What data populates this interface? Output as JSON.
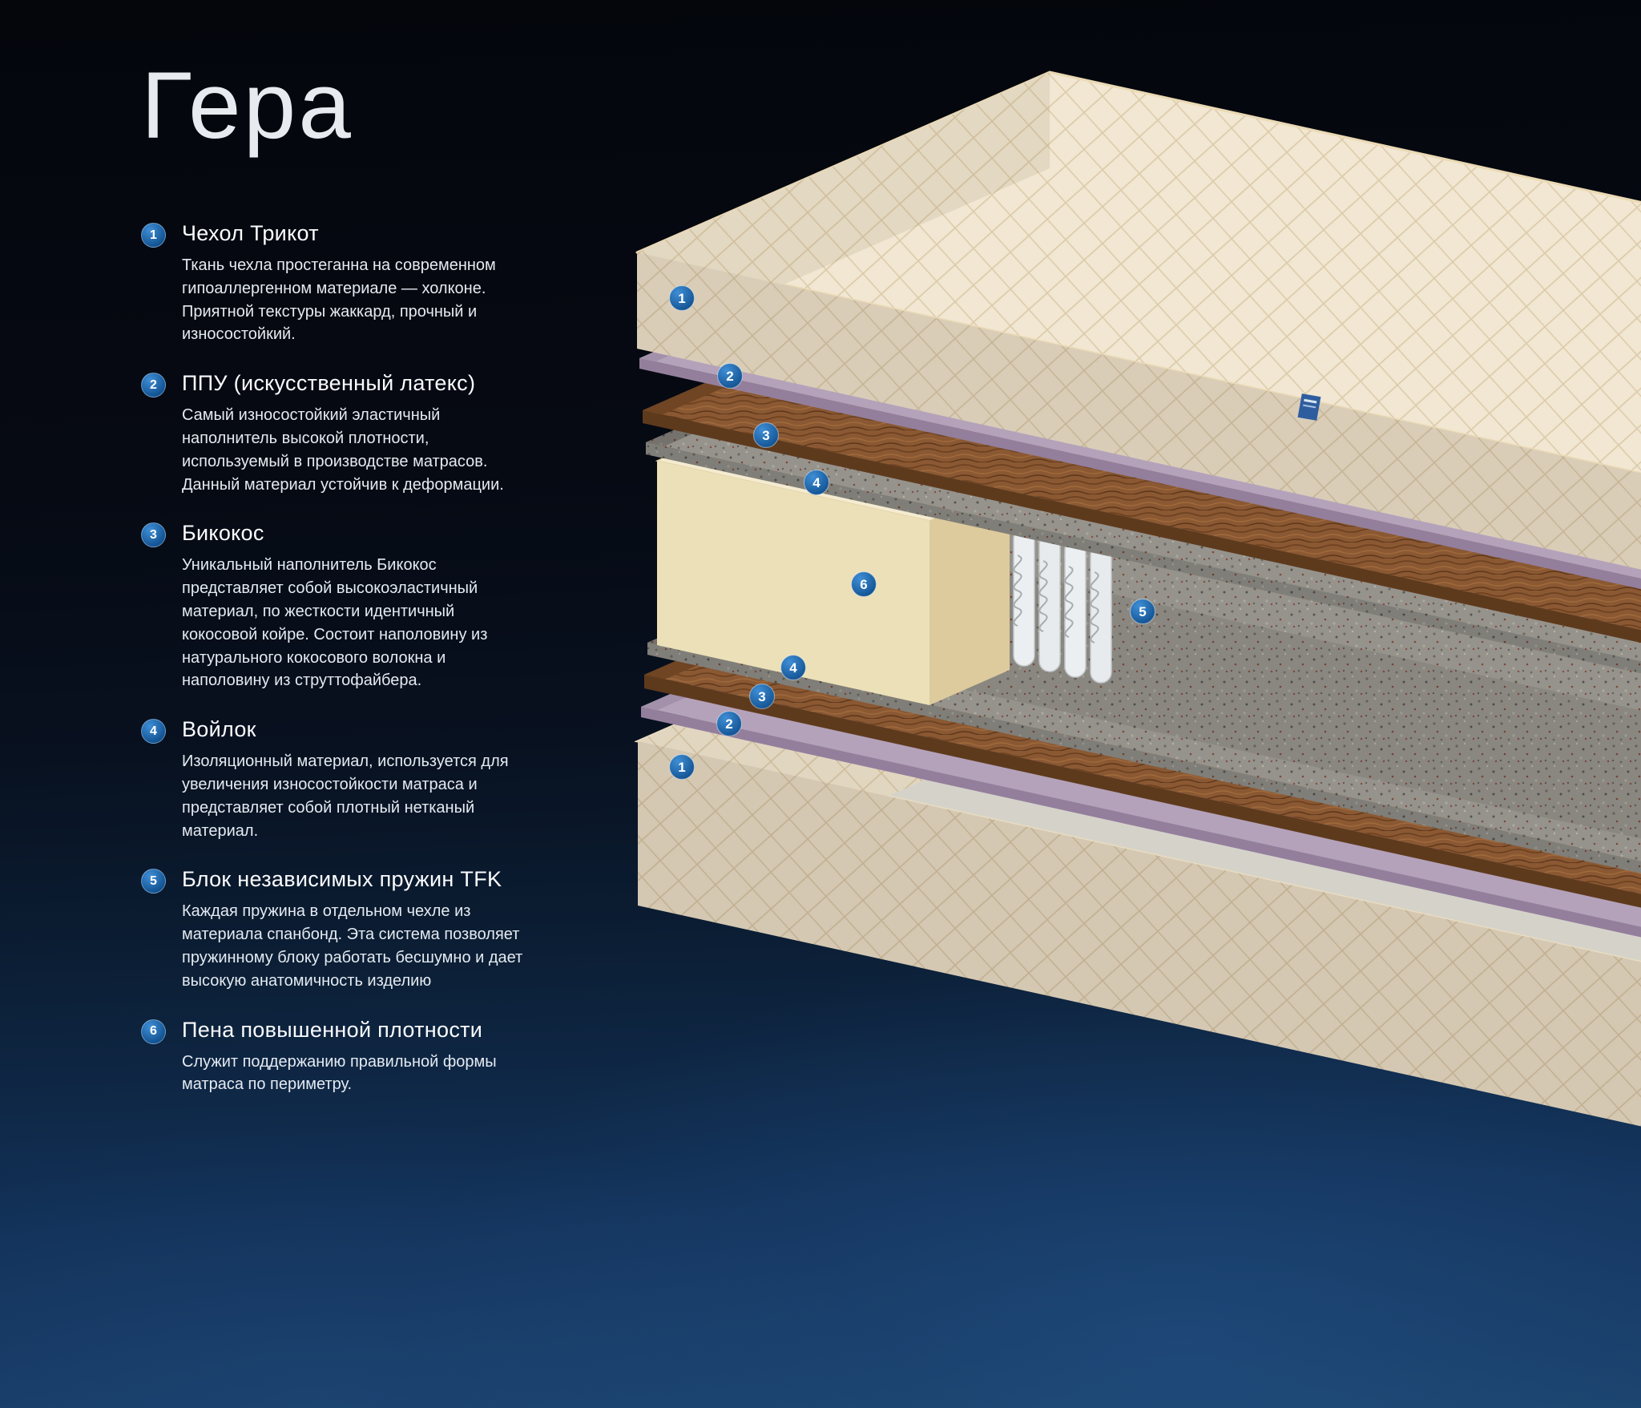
{
  "page_title": "Гера",
  "colors": {
    "background_navy": "#081120",
    "accent_blue": "#1a6cc0",
    "cover_cream": "#f1e7d2",
    "ppu_lavender": "#b4a2ba",
    "bicocos_brown": "#8a5832",
    "felt_gray": "#96938c",
    "foam_cream": "#ece0b8"
  },
  "legend": {
    "items": [
      {
        "num": "1",
        "title": "Чехол Трикот",
        "desc": "Ткань чехла простеганна на современном гипоаллергенном материале — холконе. Приятной текстуры жаккард, прочный и износостойкий."
      },
      {
        "num": "2",
        "title": "ППУ (искусственный латекс)",
        "desc": "Самый износостойкий эластичный наполнитель высокой плотности, используемый в производстве матрасов. Данный материал устойчив к деформации."
      },
      {
        "num": "3",
        "title": "Бикокос",
        "desc": "Уникальный наполнитель Бикокос представляет собой высокоэластичный материал, по жесткости идентичный кокосовой койре. Состоит наполовину из натурального кокосового волокна и наполовину из струттофайбера."
      },
      {
        "num": "4",
        "title": "Войлок",
        "desc": "Изоляционный материал, используется для увеличения износостойкости матраса и представляет собой плотный нетканый материал."
      },
      {
        "num": "5",
        "title": "Блок независимых пружин TFK",
        "desc": "Каждая пружина в отдельном чехле из материала спанбонд. Эта система позволяет пружинному блоку работать бесшумно и дает высокую анатомичность изделию"
      },
      {
        "num": "6",
        "title": "Пена повышенной плотности",
        "desc": "Служит поддержанию правильной формы матраса по периметру."
      }
    ]
  },
  "diagram": {
    "markers": [
      {
        "label": "1",
        "layer": "quilted-cover-top"
      },
      {
        "label": "2",
        "layer": "ppu-layer-top"
      },
      {
        "label": "3",
        "layer": "bicocos-layer-top"
      },
      {
        "label": "4",
        "layer": "felt-layer-top"
      },
      {
        "label": "5",
        "layer": "spring-block-tfk"
      },
      {
        "label": "6",
        "layer": "foam-perimeter-frame"
      },
      {
        "label": "4",
        "layer": "felt-layer-bottom"
      },
      {
        "label": "3",
        "layer": "bicocos-layer-bottom"
      },
      {
        "label": "2",
        "layer": "ppu-layer-bottom"
      },
      {
        "label": "1",
        "layer": "quilted-cover-bottom"
      }
    ]
  }
}
